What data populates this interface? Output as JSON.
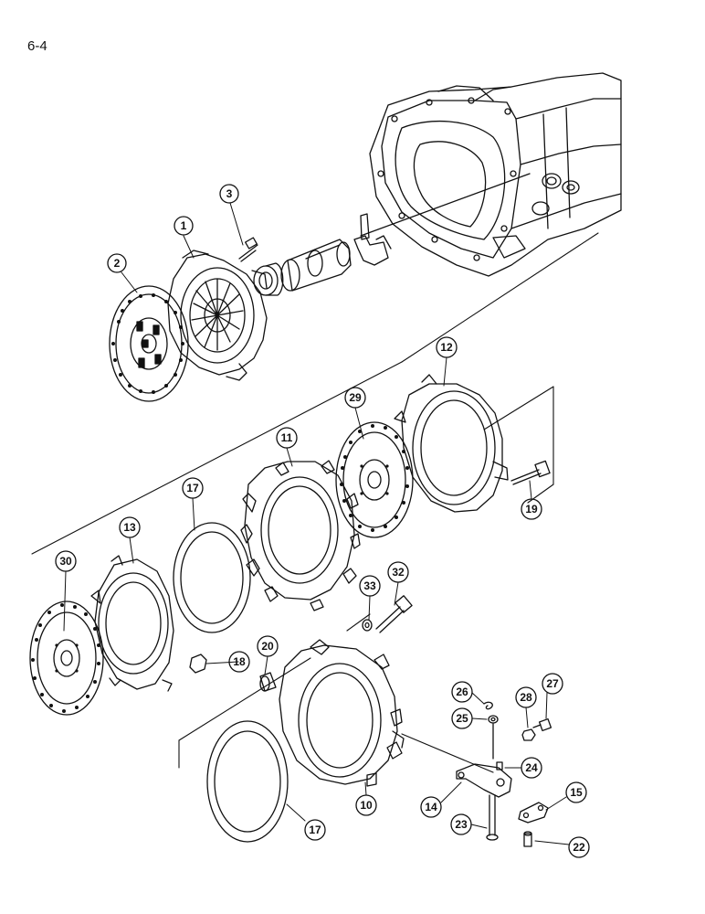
{
  "page_number": "6-4",
  "colors": {
    "ink": "#111111",
    "paper": "#ffffff"
  },
  "callouts": [
    {
      "id": "1",
      "label": "1"
    },
    {
      "id": "2",
      "label": "2"
    },
    {
      "id": "3",
      "label": "3"
    },
    {
      "id": "10",
      "label": "10"
    },
    {
      "id": "11",
      "label": "11"
    },
    {
      "id": "12",
      "label": "12"
    },
    {
      "id": "13",
      "label": "13"
    },
    {
      "id": "14",
      "label": "14"
    },
    {
      "id": "15",
      "label": "15"
    },
    {
      "id": "17a",
      "label": "17"
    },
    {
      "id": "17b",
      "label": "17"
    },
    {
      "id": "18",
      "label": "18"
    },
    {
      "id": "19",
      "label": "19"
    },
    {
      "id": "20",
      "label": "20"
    },
    {
      "id": "22",
      "label": "22"
    },
    {
      "id": "23",
      "label": "23"
    },
    {
      "id": "24",
      "label": "24"
    },
    {
      "id": "25",
      "label": "25"
    },
    {
      "id": "26",
      "label": "26"
    },
    {
      "id": "27",
      "label": "27"
    },
    {
      "id": "28",
      "label": "28"
    },
    {
      "id": "29",
      "label": "29"
    },
    {
      "id": "30",
      "label": "30"
    },
    {
      "id": "32",
      "label": "32"
    },
    {
      "id": "33",
      "label": "33"
    }
  ]
}
